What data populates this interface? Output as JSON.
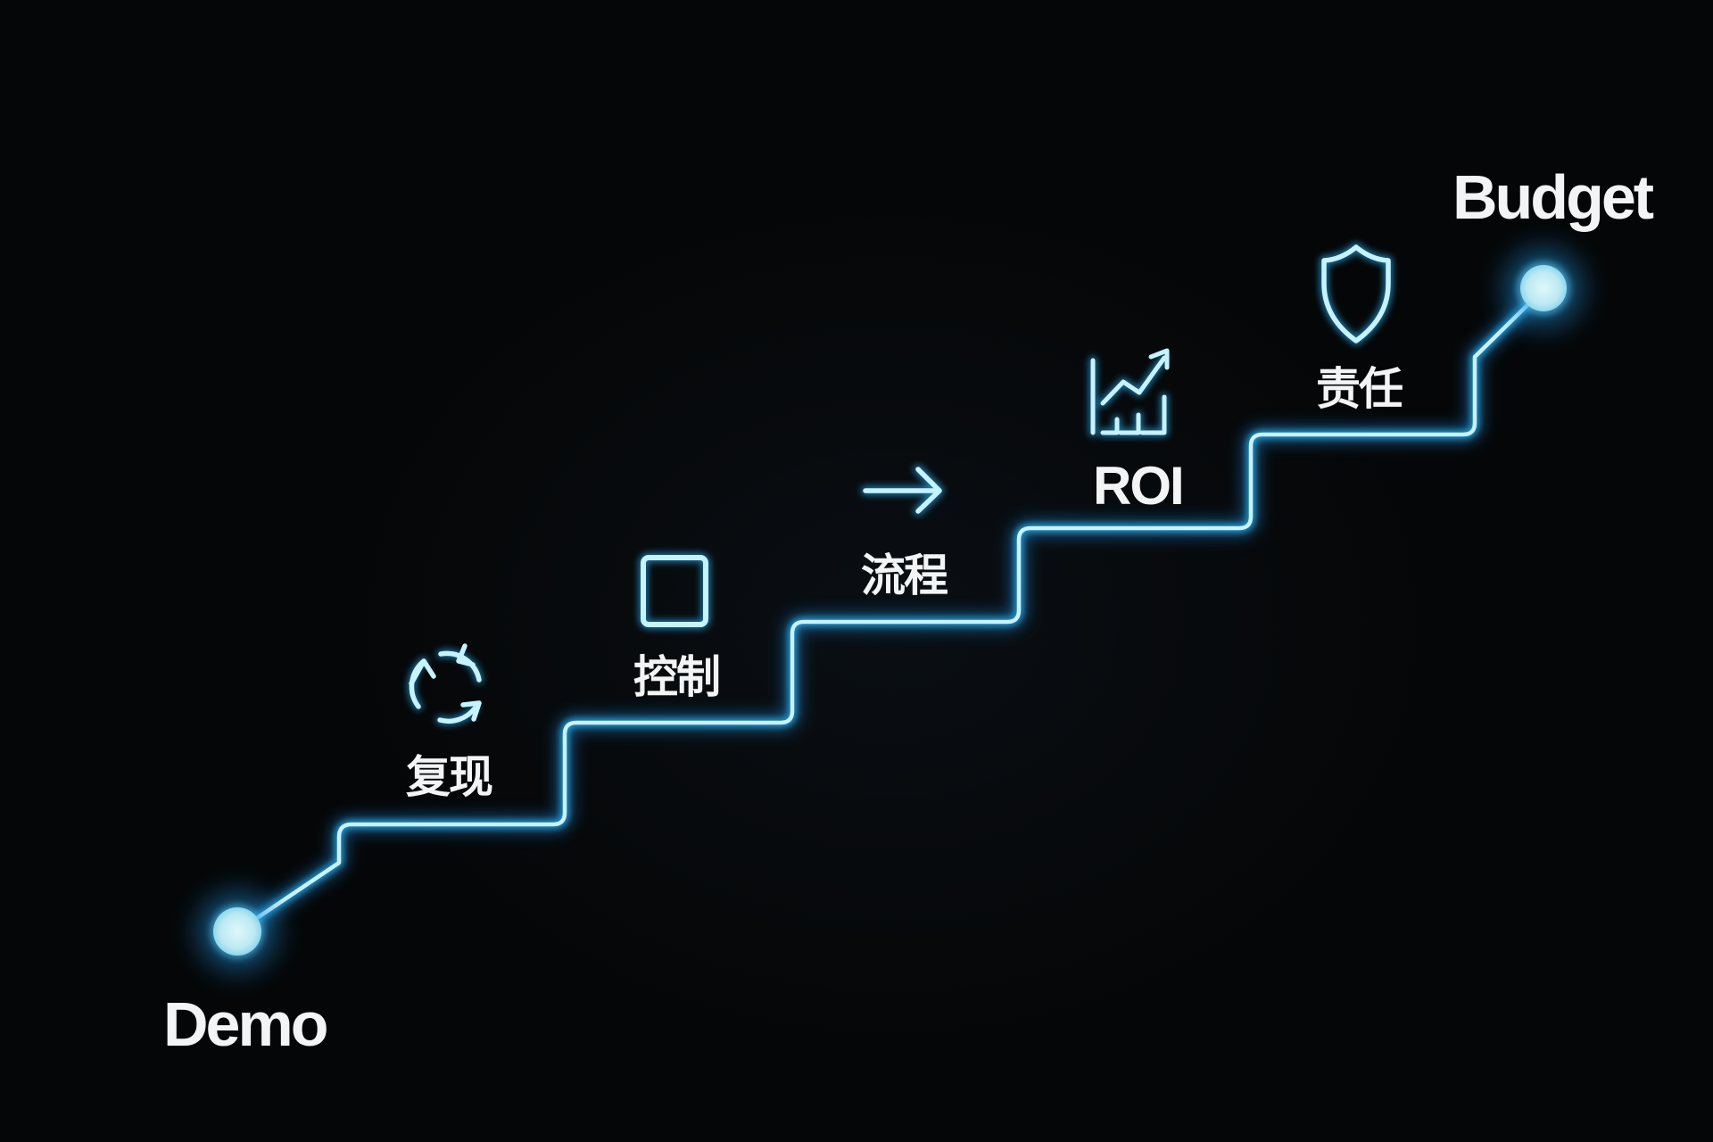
{
  "diagram": {
    "type": "staircase-progression",
    "theme": {
      "background": "#050607",
      "line_core": "#c6f3ff",
      "line_glow": "#1f9be0",
      "dot_fill": "#c9f0f7",
      "text_color": "#f2f4f5"
    },
    "start": {
      "label": "Demo",
      "icon": "glowing-dot"
    },
    "steps": [
      {
        "label": "复现",
        "icon": "cycle-arrows-icon"
      },
      {
        "label": "控制",
        "icon": "square-icon"
      },
      {
        "label": "流程",
        "icon": "arrow-right-icon"
      },
      {
        "label": "ROI",
        "icon": "chart-trend-icon"
      },
      {
        "label": "责任",
        "icon": "shield-icon"
      }
    ],
    "end": {
      "label": "Budget",
      "icon": "glowing-dot"
    }
  }
}
